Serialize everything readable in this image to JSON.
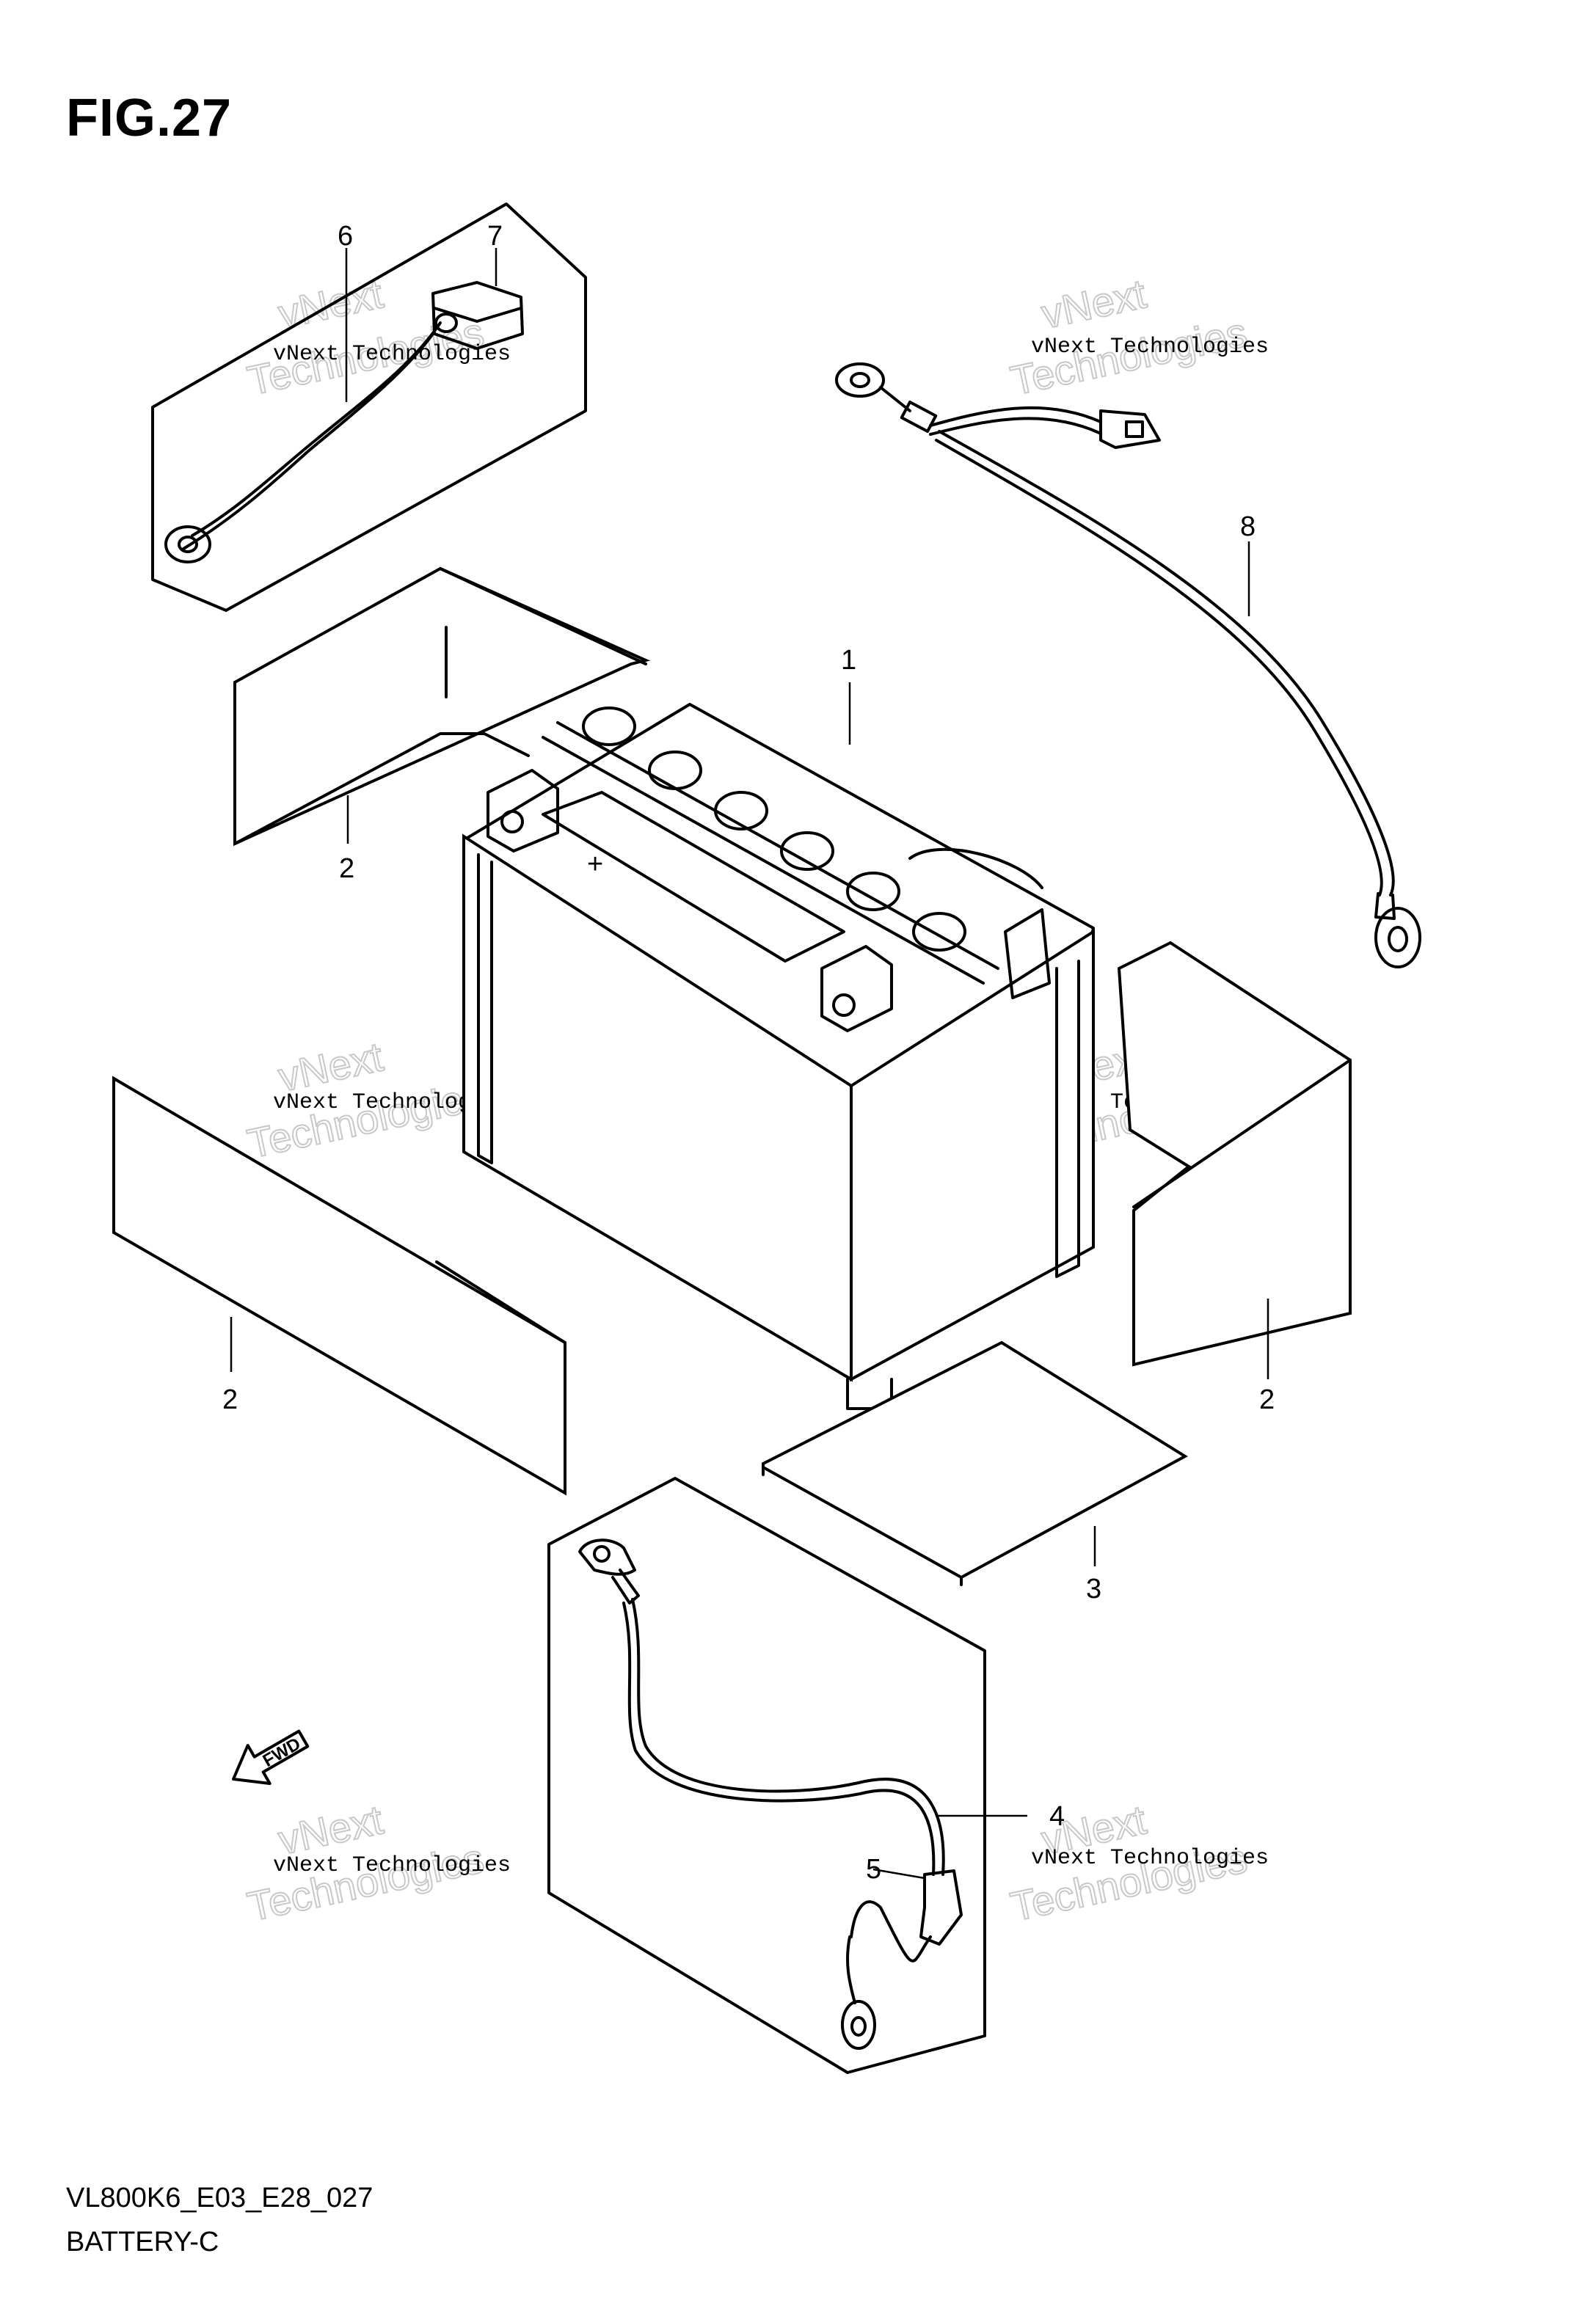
{
  "figure": {
    "title": "FIG.27"
  },
  "footer": {
    "model_code": "VL800K6_E03_E28_027",
    "section_name": "BATTERY-C"
  },
  "callouts": {
    "c1": "1",
    "c2a": "2",
    "c2b": "2",
    "c2c": "2",
    "c3": "3",
    "c4": "4",
    "c5": "5",
    "c6": "6",
    "c7": "7",
    "c8": "8"
  },
  "watermark": {
    "line1": "vNext Technologies",
    "line2": "vNext",
    "line3": "Technologies"
  },
  "fwd_arrow": {
    "label": "FWD"
  }
}
